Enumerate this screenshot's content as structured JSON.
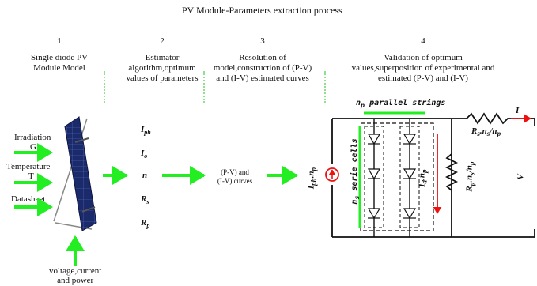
{
  "title": "PV Module-Parameters extraction process",
  "steps": [
    {
      "number": "1",
      "line1": "Single diode  PV",
      "line2": "Module Model",
      "line3": ""
    },
    {
      "number": "2",
      "line1": "Estimator",
      "line2": "algorithm,optimum",
      "line3": "values of parameters"
    },
    {
      "number": "3",
      "line1": "Resolution of",
      "line2": "model,construction of (P-V)",
      "line3": "and (I-V) estimated curves"
    },
    {
      "number": "4",
      "line1": "Validation of optimum",
      "line2": "values,superposition of experimental and",
      "line3": "estimated (P-V) and (I-V)"
    }
  ],
  "inputs": {
    "irradiation": "Irradiation",
    "irradiation_sym": "G",
    "temperature": "Temperature",
    "temperature_sym": "T",
    "datasheet": "Datasheet",
    "bottom_line1": "voltage,current",
    "bottom_line2": "and power"
  },
  "params": [
    {
      "sym": "I",
      "sub": "ph"
    },
    {
      "sym": "I",
      "sub": "o"
    },
    {
      "sym": "n",
      "sub": ""
    },
    {
      "sym": "R",
      "sub": "s"
    },
    {
      "sym": "R",
      "sub": "p"
    }
  ],
  "curves_label_line1": "(P-V) and",
  "curves_label_line2": "(I-V) curves",
  "circuit": {
    "parallel_strings": "n",
    "parallel_strings_sub": "p",
    "parallel_strings_text": " parallel strings",
    "series_cells": "n",
    "series_cells_sub": "s",
    "series_cells_text": " serie cells",
    "source_label": "I",
    "source_label_sub": "ph",
    "source_label_rest": ".n",
    "source_label_sub2": "p",
    "diode_current": "I",
    "diode_current_sub": "d",
    "diode_current_rest": ".n",
    "diode_current_sub2": "p",
    "rs_label": "R",
    "rs_sub": "s",
    "rs_rest": ".n",
    "rs_sub2": "s",
    "rs_rest2": "/n",
    "rs_sub3": "p",
    "rp_label": "R",
    "rp_sub": "p",
    "rp_rest": ".n",
    "rp_sub2": "s",
    "rp_rest2": "/n",
    "rp_sub3": "p",
    "out_current": "I",
    "out_voltage": "V"
  },
  "colors": {
    "arrow": "#22ee22",
    "red": "#ee1111",
    "panel": "#1b2a6b",
    "separator": "#8fe08f"
  }
}
